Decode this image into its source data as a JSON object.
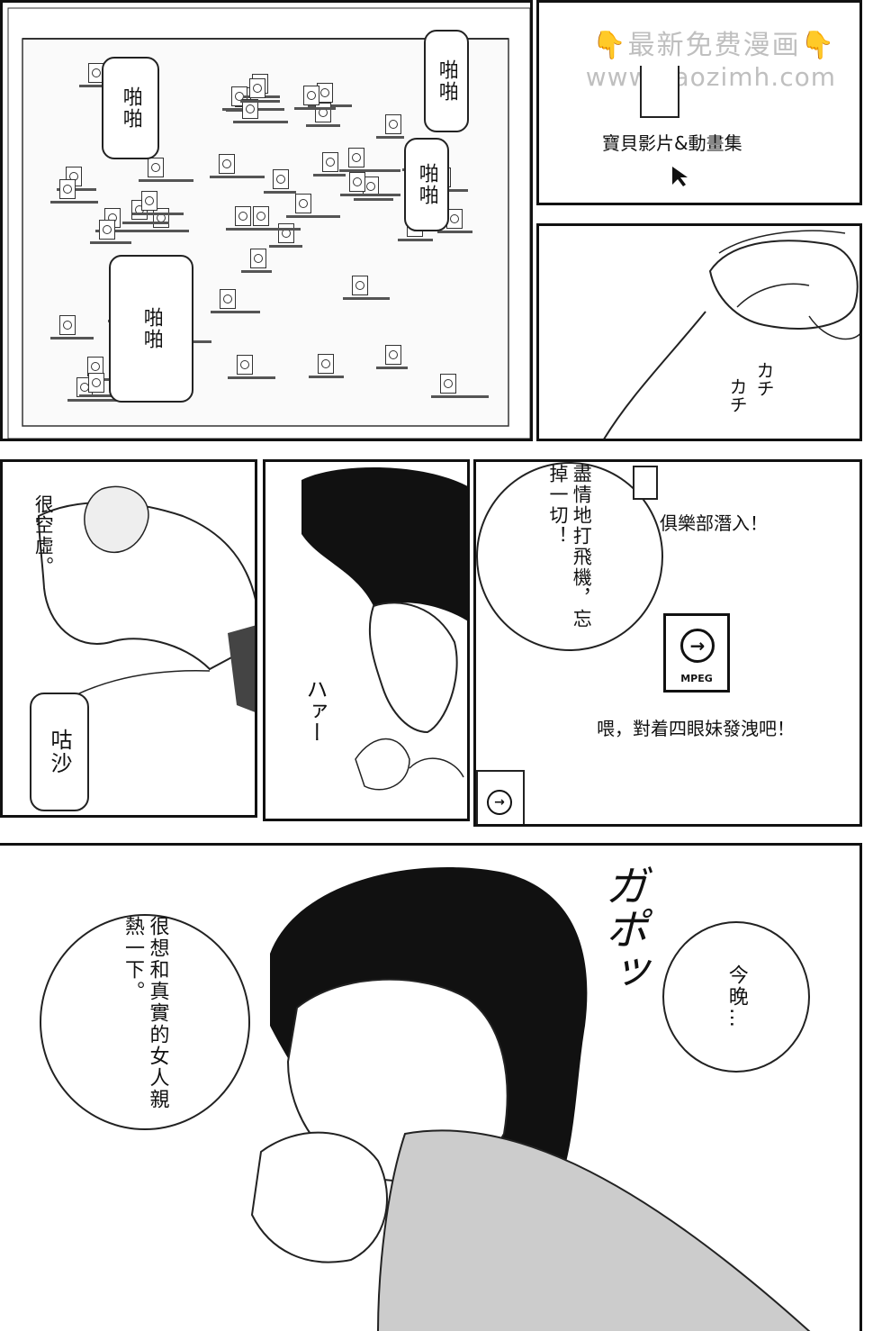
{
  "watermark": {
    "line1": "👇最新免费漫画👇",
    "line2": "www.baozimh.com"
  },
  "panel1": {
    "sfx_top": "啪啪",
    "sfx_mid": "啪啪",
    "sfx_left": "啪啪",
    "sfx_bottom": "啪啪"
  },
  "panel2": {
    "folder_label": "寶貝影片&動畫集"
  },
  "panel3": {
    "sfx_click": "カチ",
    "sfx_click2": "カチ"
  },
  "panel4": {
    "monologue": "很空虛。",
    "sfx_rustle": "咕沙"
  },
  "panel5": {
    "sfx_sigh": "ハァー"
  },
  "panel6": {
    "bubble_text": "盡情地打飛機，忘掉一切！",
    "file_top": "俱樂部潛入！",
    "file_bottom": "喂，對着四眼妹發洩吧！",
    "mpeg_label": "MPEG"
  },
  "panel7": {
    "bubble_left": "很想和真實的女人親熱一下。",
    "bubble_right": "今晚…",
    "sfx_bite": "ガポッ"
  }
}
